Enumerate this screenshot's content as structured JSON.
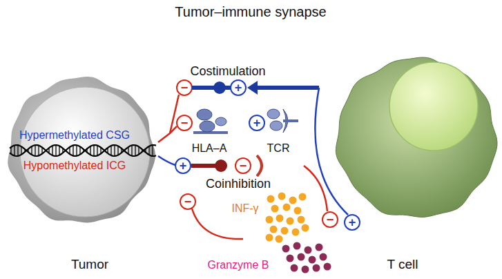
{
  "diagram": {
    "title": "Tumor–immune synapse",
    "nodes": [
      {
        "text": [
          "Hypermethylated CSG",
          "Hypomethylated ICG",
          "Tumor"
        ]
      },
      {
        "text": [
          "T cell"
        ]
      }
    ],
    "labels": [
      "−",
      "Costimulation",
      "+",
      "−",
      "HLA–A",
      "+",
      "TCR",
      "+",
      "Coinhibition",
      "−",
      "−",
      "INF-γ",
      "Granzyme B",
      "−",
      "+"
    ]
  }
}
